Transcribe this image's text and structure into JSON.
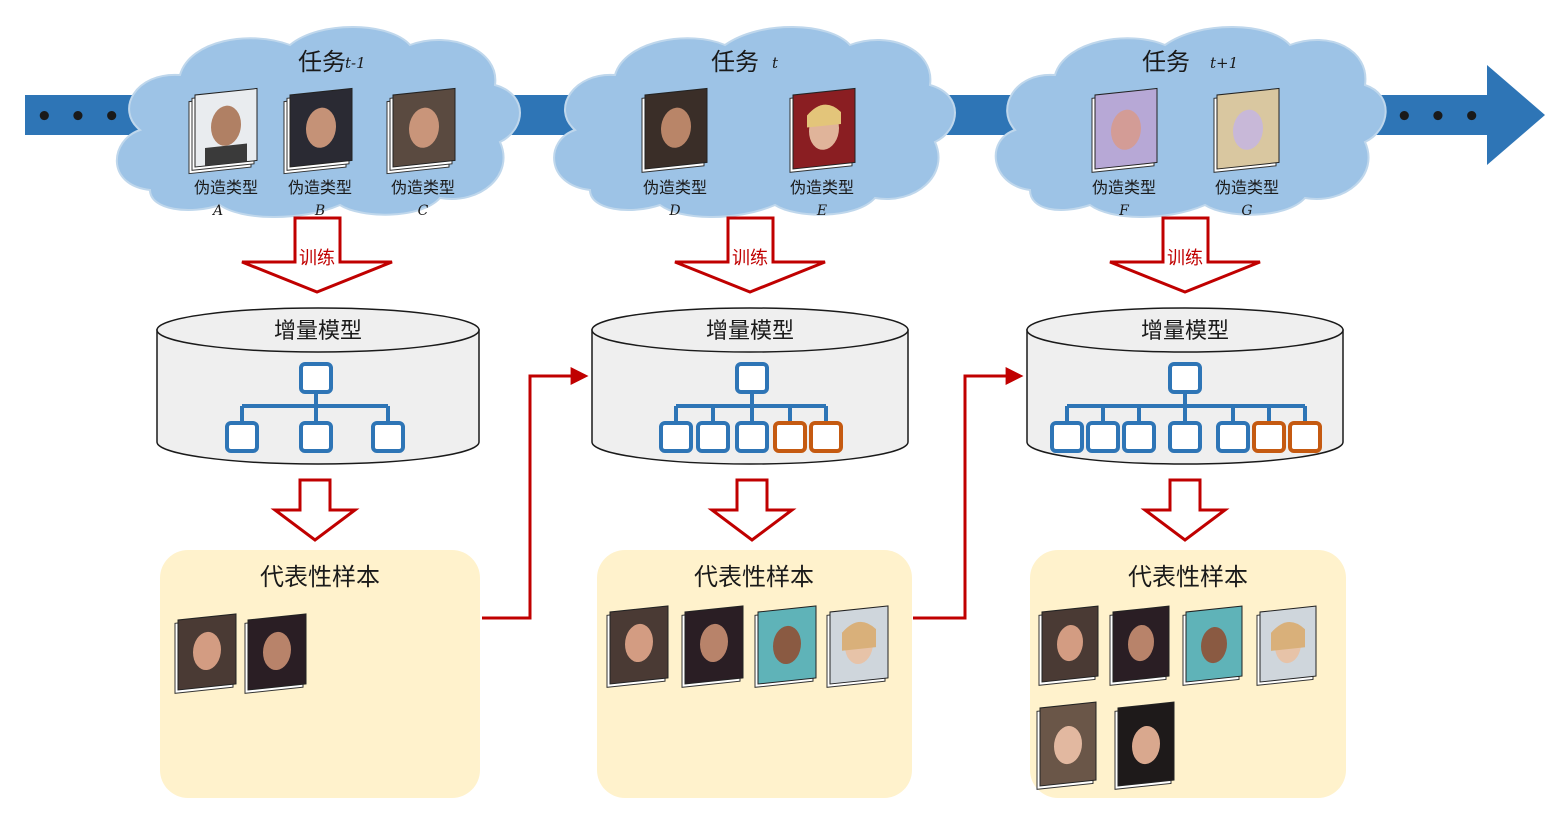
{
  "timeline": {
    "ellipsis_left": "• • •",
    "ellipsis_right": "• • •"
  },
  "tasks": [
    {
      "title": "任务",
      "index": "t-1",
      "forgeries": [
        {
          "label": "伪造类型",
          "letter": "A"
        },
        {
          "label": "伪造类型",
          "letter": "B"
        },
        {
          "label": "伪造类型",
          "letter": "C"
        }
      ],
      "train_label": "训练",
      "model": {
        "title": "增量模型",
        "child_nodes": [
          "blue",
          "blue",
          "blue"
        ]
      },
      "samples": {
        "title": "代表性样本",
        "count": 2
      }
    },
    {
      "title": "任务",
      "index": "t",
      "forgeries": [
        {
          "label": "伪造类型",
          "letter": "D"
        },
        {
          "label": "伪造类型",
          "letter": "E"
        }
      ],
      "train_label": "训练",
      "model": {
        "title": "增量模型",
        "child_nodes": [
          "blue",
          "blue",
          "blue",
          "orange",
          "orange"
        ]
      },
      "samples": {
        "title": "代表性样本",
        "count": 4
      }
    },
    {
      "title": "任务",
      "index": "t+1",
      "forgeries": [
        {
          "label": "伪造类型",
          "letter": "F"
        },
        {
          "label": "伪造类型",
          "letter": "G"
        }
      ],
      "train_label": "训练",
      "model": {
        "title": "增量模型",
        "child_nodes": [
          "blue",
          "blue",
          "blue",
          "blue",
          "blue",
          "orange",
          "orange"
        ]
      },
      "samples": {
        "title": "代表性样本",
        "count": 6
      }
    }
  ],
  "colors": {
    "timeline_arrow": "#2e75b6",
    "cloud": "#9dc3e6",
    "hollow_arrow": "#c00000",
    "node_old": "#2e75b6",
    "node_new": "#c55a11",
    "sample_box": "#fff2cc",
    "cylinder": "#efefef"
  }
}
